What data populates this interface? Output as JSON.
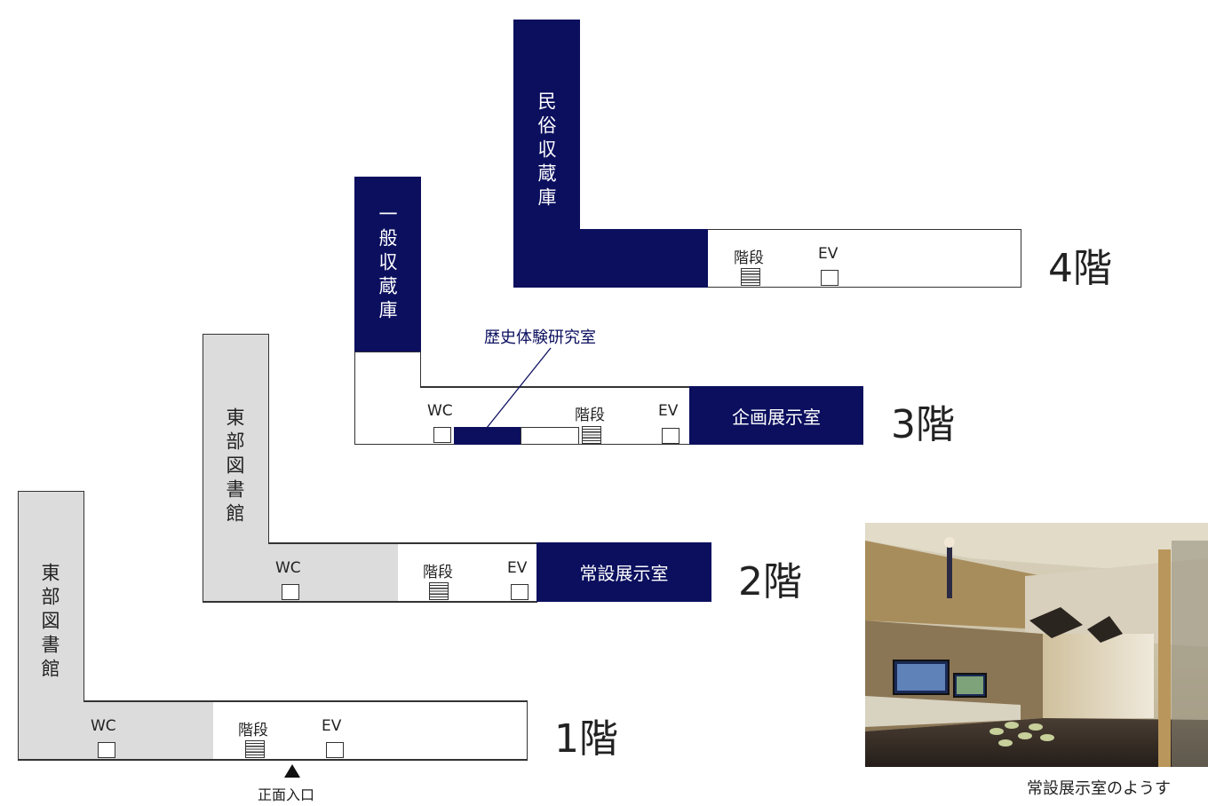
{
  "floors": {
    "f1": {
      "floor_label": "1階",
      "library": "東部図書館",
      "wc": "WC",
      "stairs": "階段",
      "ev": "EV",
      "entrance": "正面入口"
    },
    "f2": {
      "floor_label": "2階",
      "library": "東部図書館",
      "wc": "WC",
      "stairs": "階段",
      "ev": "EV",
      "exhibit_room": "常設展示室"
    },
    "f3": {
      "floor_label": "3階",
      "storage": "一般収蔵庫",
      "wc": "WC",
      "stairs": "階段",
      "ev": "EV",
      "exhibit_room": "企画展示室",
      "research_room": "歴史体験研究室"
    },
    "f4": {
      "floor_label": "4階",
      "storage": "民俗収蔵庫",
      "stairs": "階段",
      "ev": "EV"
    }
  },
  "photo": {
    "caption": "常設展示室のようす"
  },
  "colors": {
    "navy": "#0b0f5e",
    "gray": "#dcdcdc",
    "outline": "#333333"
  }
}
